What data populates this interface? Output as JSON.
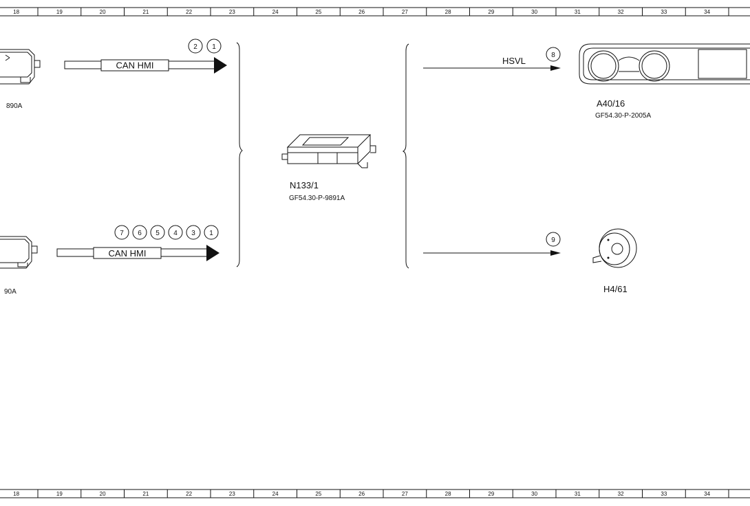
{
  "ruler": {
    "columns": [
      "18",
      "19",
      "20",
      "21",
      "22",
      "23",
      "24",
      "25",
      "26",
      "27",
      "28",
      "29",
      "30",
      "31",
      "32",
      "33",
      "34"
    ]
  },
  "partial_left": {
    "top_ref": "890A",
    "bottom_ref": "90A"
  },
  "connections": {
    "top_bus": {
      "label": "CAN HMI",
      "badges": [
        "2",
        "1"
      ]
    },
    "bottom_bus": {
      "label": "CAN HMI",
      "badges": [
        "7",
        "6",
        "5",
        "4",
        "3",
        "1"
      ]
    },
    "hsvl": {
      "label": "HSVL",
      "badge": "8"
    },
    "unlabeled": {
      "badge": "9"
    }
  },
  "components": {
    "control_unit": {
      "id": "N133/1",
      "ref": "GF54.30-P-9891A"
    },
    "cluster": {
      "id": "A40/16",
      "ref": "GF54.30-P-2005A"
    },
    "speaker": {
      "id": "H4/61"
    }
  }
}
